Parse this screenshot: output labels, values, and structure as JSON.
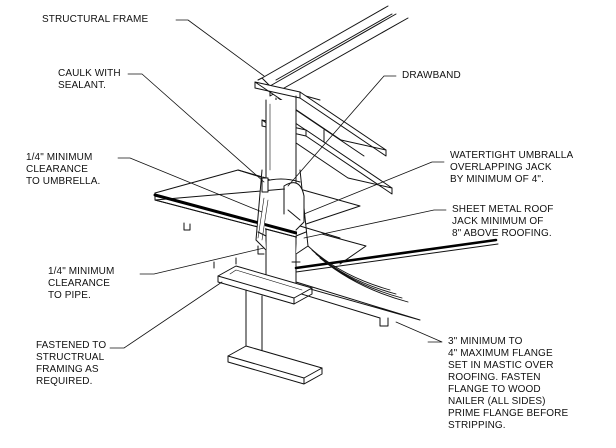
{
  "labels": {
    "structural_frame": [
      "STRUCTURAL FRAME"
    ],
    "caulk": [
      "CAULK WITH",
      "SEALANT."
    ],
    "drawband": [
      "DRAWBAND"
    ],
    "clearance_umbrella": [
      "1/4\" MINIMUM",
      "CLEARANCE",
      "TO UMBRELLA."
    ],
    "watertight_umbrella": [
      "WATERTIGHT UMBRALLA",
      "OVERLAPPING JACK",
      "BY MINIMUM OF 4\"."
    ],
    "sheet_metal_jack": [
      "SHEET METAL ROOF",
      "JACK MINIMUM OF",
      "8\" ABOVE ROOFING."
    ],
    "clearance_pipe": [
      "1/4\" MINIMUM",
      "CLEARANCE",
      "TO PIPE."
    ],
    "fastened": [
      "FASTENED TO",
      "STRUCTRUAL",
      "FRAMING AS",
      "REQUIRED."
    ],
    "flange": [
      "3\" MINIMUM TO",
      "4\" MAXIMUM FLANGE",
      "SET IN MASTIC OVER",
      "ROOFING. FASTEN",
      "FLANGE TO WOOD",
      "NAILER (ALL SIDES)",
      "PRIME FLANGE BEFORE",
      "STRIPPING."
    ]
  }
}
